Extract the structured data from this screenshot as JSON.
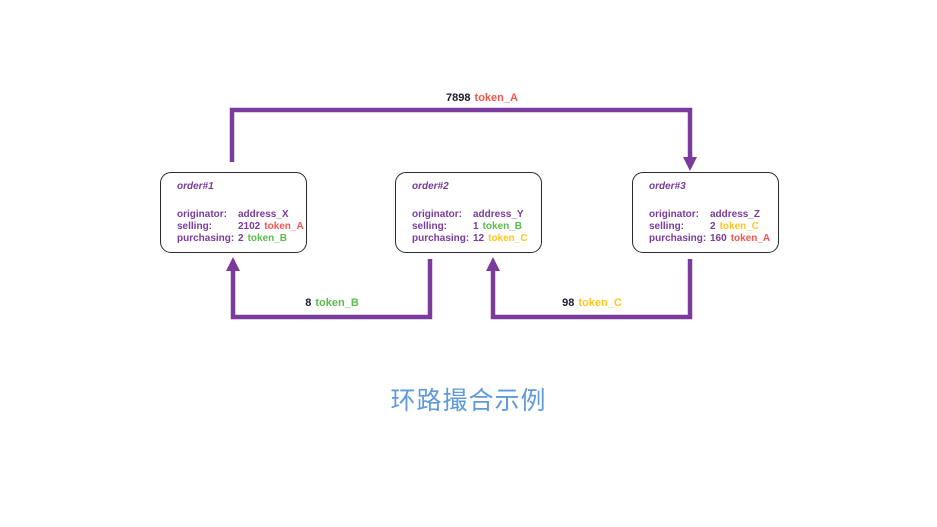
{
  "title": {
    "text": "环路撮合示例"
  },
  "colors": {
    "arrow": "#7A3B9D",
    "purple": "#7A3B9D",
    "number": "#1A1A2E",
    "token_A": "#F4564E",
    "token_B": "#5CBB4B",
    "token_C": "#FFC61E",
    "title": "#5E9BD8",
    "box_border": "#2A2A2A"
  },
  "edges": {
    "top": {
      "amount": "7898",
      "token": "token_A"
    },
    "bottom_left": {
      "amount": "8",
      "token": "token_B"
    },
    "bottom_right": {
      "amount": "98",
      "token": "token_C"
    }
  },
  "orders": [
    {
      "id": "order#1",
      "rows": [
        {
          "label": "originator:",
          "value": "address_X",
          "token": ""
        },
        {
          "label": "selling:",
          "value": "2102",
          "token": "token_A"
        },
        {
          "label": "purchasing:",
          "value": "2",
          "token": "token_B"
        }
      ]
    },
    {
      "id": "order#2",
      "rows": [
        {
          "label": "originator:",
          "value": "address_Y",
          "token": ""
        },
        {
          "label": "selling:",
          "value": "1",
          "token": "token_B"
        },
        {
          "label": "purchasing:",
          "value": "12",
          "token": "token_C"
        }
      ]
    },
    {
      "id": "order#3",
      "rows": [
        {
          "label": "originator:",
          "value": "address_Z",
          "token": ""
        },
        {
          "label": "selling:",
          "value": "2",
          "token": "token_C"
        },
        {
          "label": "purchasing:",
          "value": "160",
          "token": "token_A"
        }
      ]
    }
  ]
}
